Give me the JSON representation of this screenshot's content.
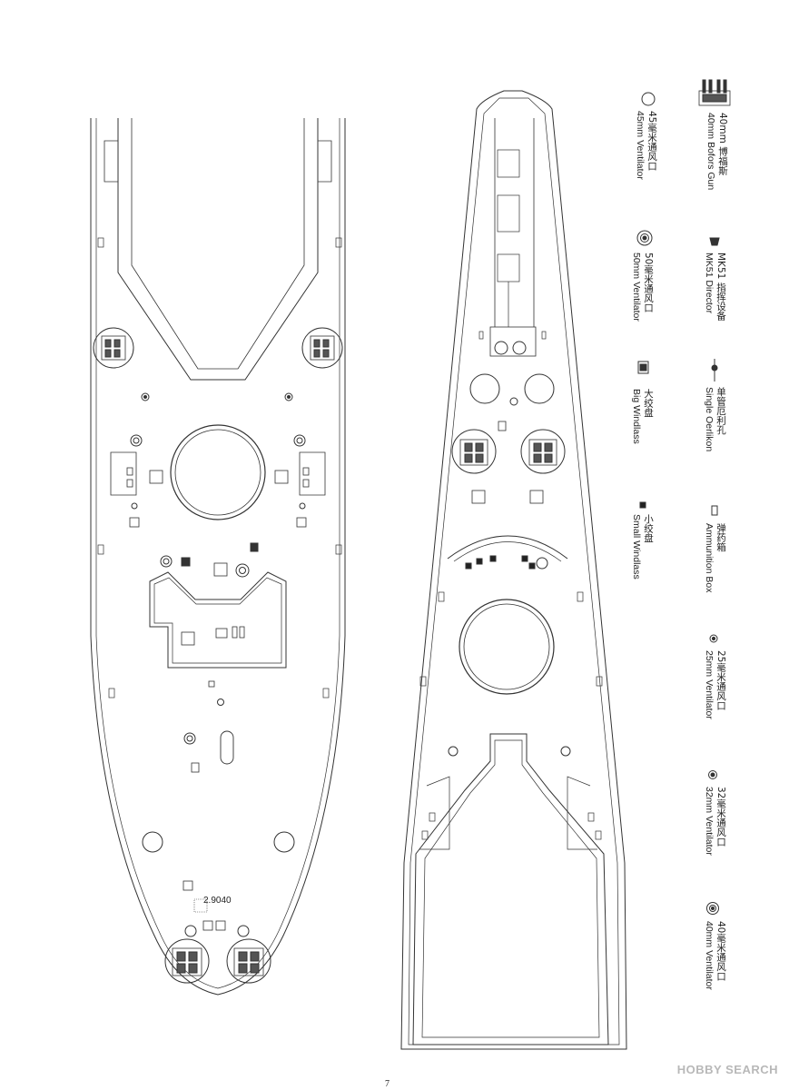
{
  "legend": [
    {
      "cn": "45毫米通风口",
      "en": "45mm Ventilator",
      "icon": "vent-45mm-icon"
    },
    {
      "cn": "40mm 博福斯",
      "en": "40mm Bofors Gun",
      "icon": "bofors-gun-icon"
    },
    {
      "cn": "50毫米通风口",
      "en": "50mm Ventilator",
      "icon": "vent-50mm-icon"
    },
    {
      "cn": "MK51 指挥设备",
      "en": "MK51 Director",
      "icon": "mk51-director-icon"
    },
    {
      "cn": "大绞盘",
      "en": "Big Windlass",
      "icon": "big-windlass-icon"
    },
    {
      "cn": "单管厄利孔",
      "en": "Single Oerlikon",
      "icon": "single-oerlikon-icon"
    },
    {
      "cn": "小绞盘",
      "en": "Small Windlass",
      "icon": "small-windlass-icon"
    },
    {
      "cn": "弹药箱",
      "en": "Ammunition Box",
      "icon": "ammunition-box-icon"
    },
    {
      "cn": "25毫米通风口",
      "en": "25mm Ventilator",
      "icon": "vent-25mm-icon"
    },
    {
      "cn": "32毫米通风口",
      "en": "32mm Ventilator",
      "icon": "vent-32mm-icon"
    },
    {
      "cn": "40毫米通风口",
      "en": "40mm Ventilator",
      "icon": "vent-40mm-icon"
    }
  ],
  "dimension_label": "2.9040",
  "page_number": "7",
  "watermark": "HOBBY SEARCH"
}
